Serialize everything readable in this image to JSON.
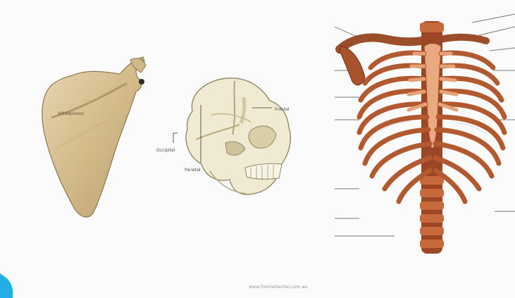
{
  "panels": [
    {
      "name": "scapula",
      "labels": [
        "Infraspinous"
      ]
    },
    {
      "name": "skull",
      "labels": [
        "Occipital",
        "Parietal",
        "Frontal"
      ]
    },
    {
      "name": "thoracic-cage",
      "labels": []
    }
  ],
  "footer": "www.frontaldental.com.au",
  "colors": {
    "bone_light": "#d9c8a0",
    "skull_bone": "#efe8cf",
    "rib": "#b86238",
    "cartilage": "#e8a378",
    "spine": "#a14a2b",
    "accent_corner": "#24aee8"
  }
}
